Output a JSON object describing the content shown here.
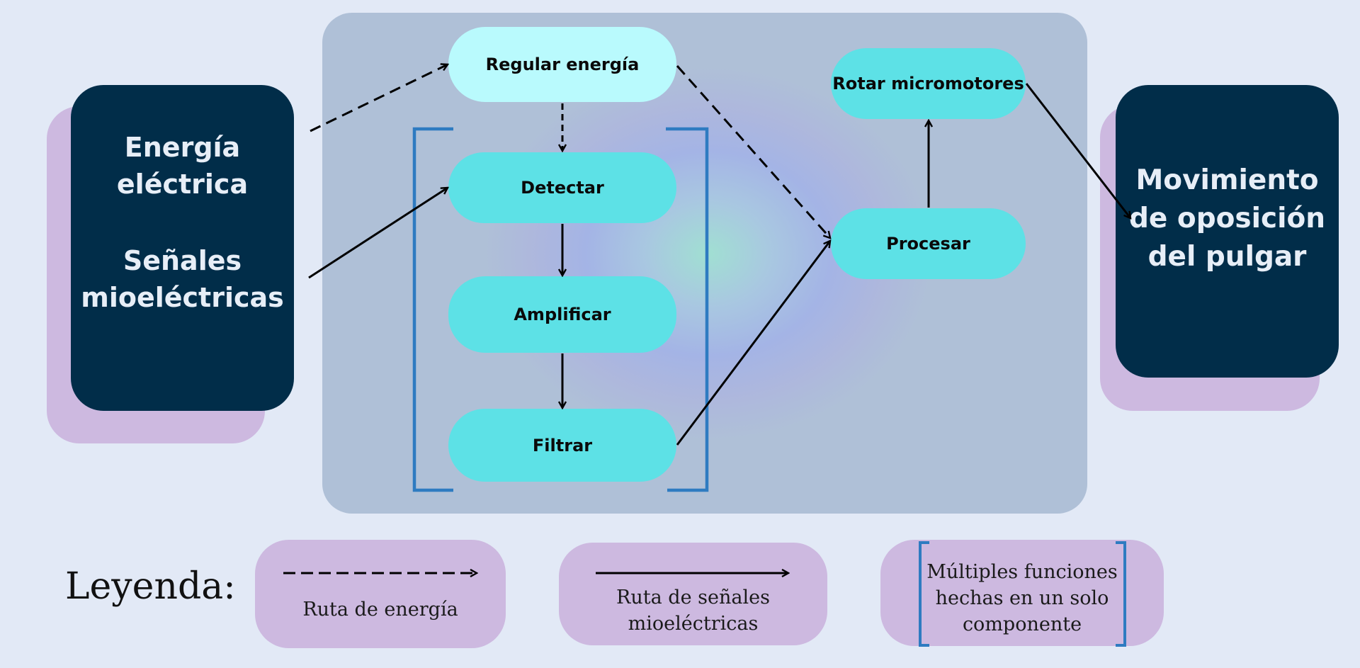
{
  "inputs": {
    "line1": "Energía",
    "line2": "eléctrica",
    "line3": "Señales",
    "line4": "mioeléctricas"
  },
  "output": {
    "line1": "Movimiento",
    "line2": "de oposición",
    "line3": "del pulgar"
  },
  "nodes": {
    "regular": "Regular energía",
    "detectar": "Detectar",
    "amplificar": "Amplificar",
    "filtrar": "Filtrar",
    "procesar": "Procesar",
    "rotar": "Rotar micromotores"
  },
  "legend": {
    "title": "Leyenda:",
    "energy_path": "Ruta de energía",
    "signal_path_line1": "Ruta de señales",
    "signal_path_line2": "mioeléctricas",
    "bracket_line1": "Múltiples funciones",
    "bracket_line2": "hechas en un solo",
    "bracket_line3": "componente"
  },
  "colors": {
    "background": "#e2e9f6",
    "panel": "#afc0d7",
    "dark_box": "#012d49",
    "dark_box_shadow": "#cdb9e0",
    "pill": "#5de1e6",
    "pill_light": "#b9fafd",
    "bracket": "#2e7bc1",
    "arrow": "#000000"
  }
}
